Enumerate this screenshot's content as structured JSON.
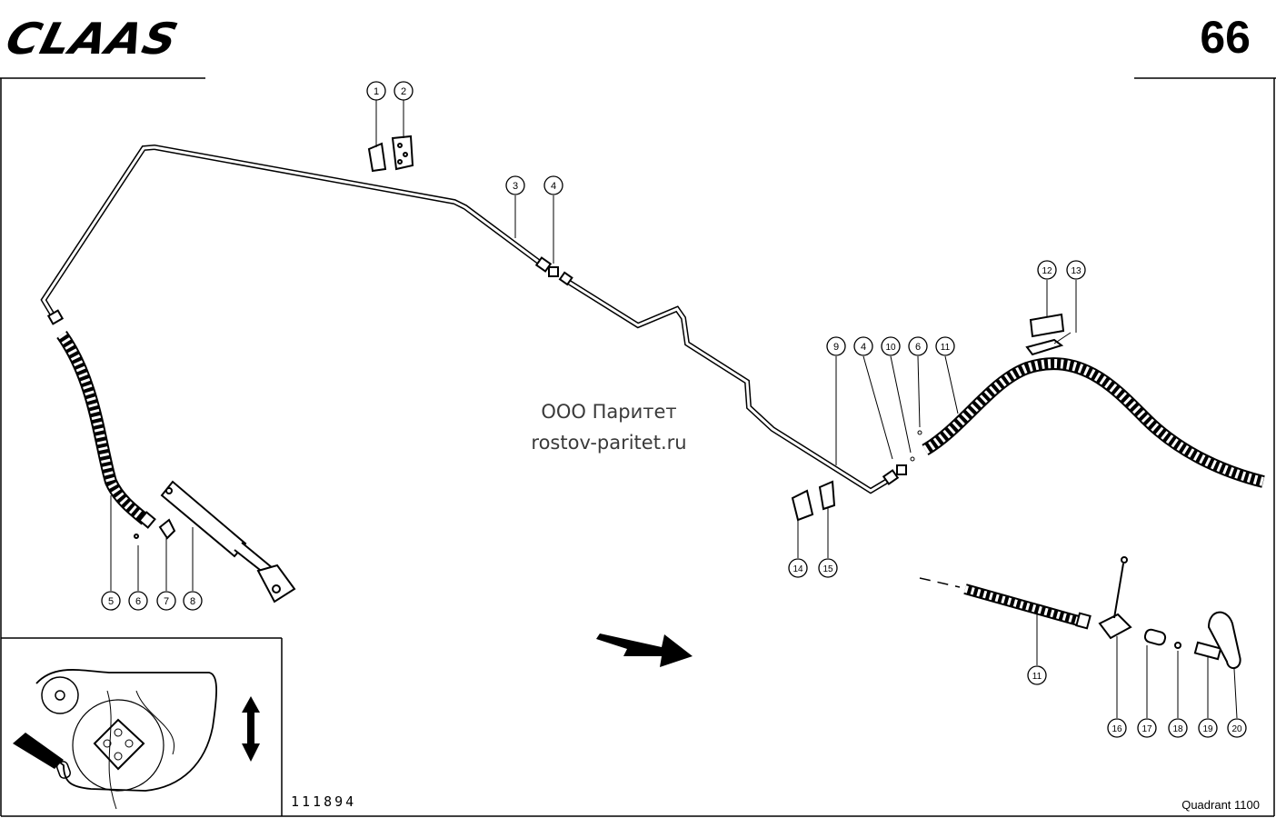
{
  "header": {
    "brand": "CLAAS",
    "page_number": "66"
  },
  "watermark": {
    "line1": "ООО Паритет",
    "line2": "rostov-paritet.ru"
  },
  "footer": {
    "drawing_number": "111894",
    "model": "Quadrant 1100"
  },
  "callouts": [
    "1",
    "2",
    "3",
    "4",
    "5",
    "6",
    "7",
    "8",
    "9",
    "4",
    "10",
    "6",
    "11",
    "12",
    "13",
    "14",
    "15",
    "11",
    "16",
    "17",
    "18",
    "19",
    "20"
  ],
  "colors": {
    "ink": "#000000",
    "paper": "#ffffff",
    "watermark": "#3a3a3a"
  },
  "icons": [
    "direction-arrow-icon",
    "double-arrow-icon"
  ]
}
